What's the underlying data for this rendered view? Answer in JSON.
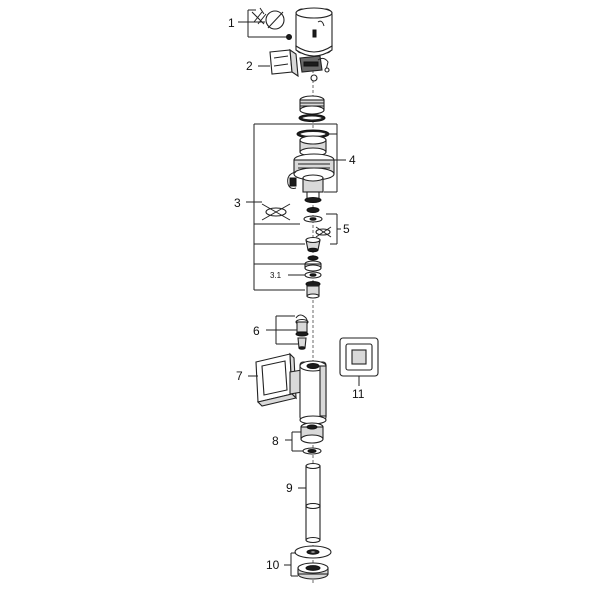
{
  "diagram": {
    "callouts": [
      {
        "id": "1",
        "text": "1"
      },
      {
        "id": "2",
        "text": "2"
      },
      {
        "id": "3",
        "text": "3"
      },
      {
        "id": "3.1",
        "text": "3.1"
      },
      {
        "id": "4",
        "text": "4"
      },
      {
        "id": "5",
        "text": "5"
      },
      {
        "id": "6",
        "text": "6"
      },
      {
        "id": "7",
        "text": "7"
      },
      {
        "id": "8",
        "text": "8"
      },
      {
        "id": "9",
        "text": "9"
      },
      {
        "id": "10",
        "text": "10"
      },
      {
        "id": "11",
        "text": "11"
      }
    ]
  }
}
